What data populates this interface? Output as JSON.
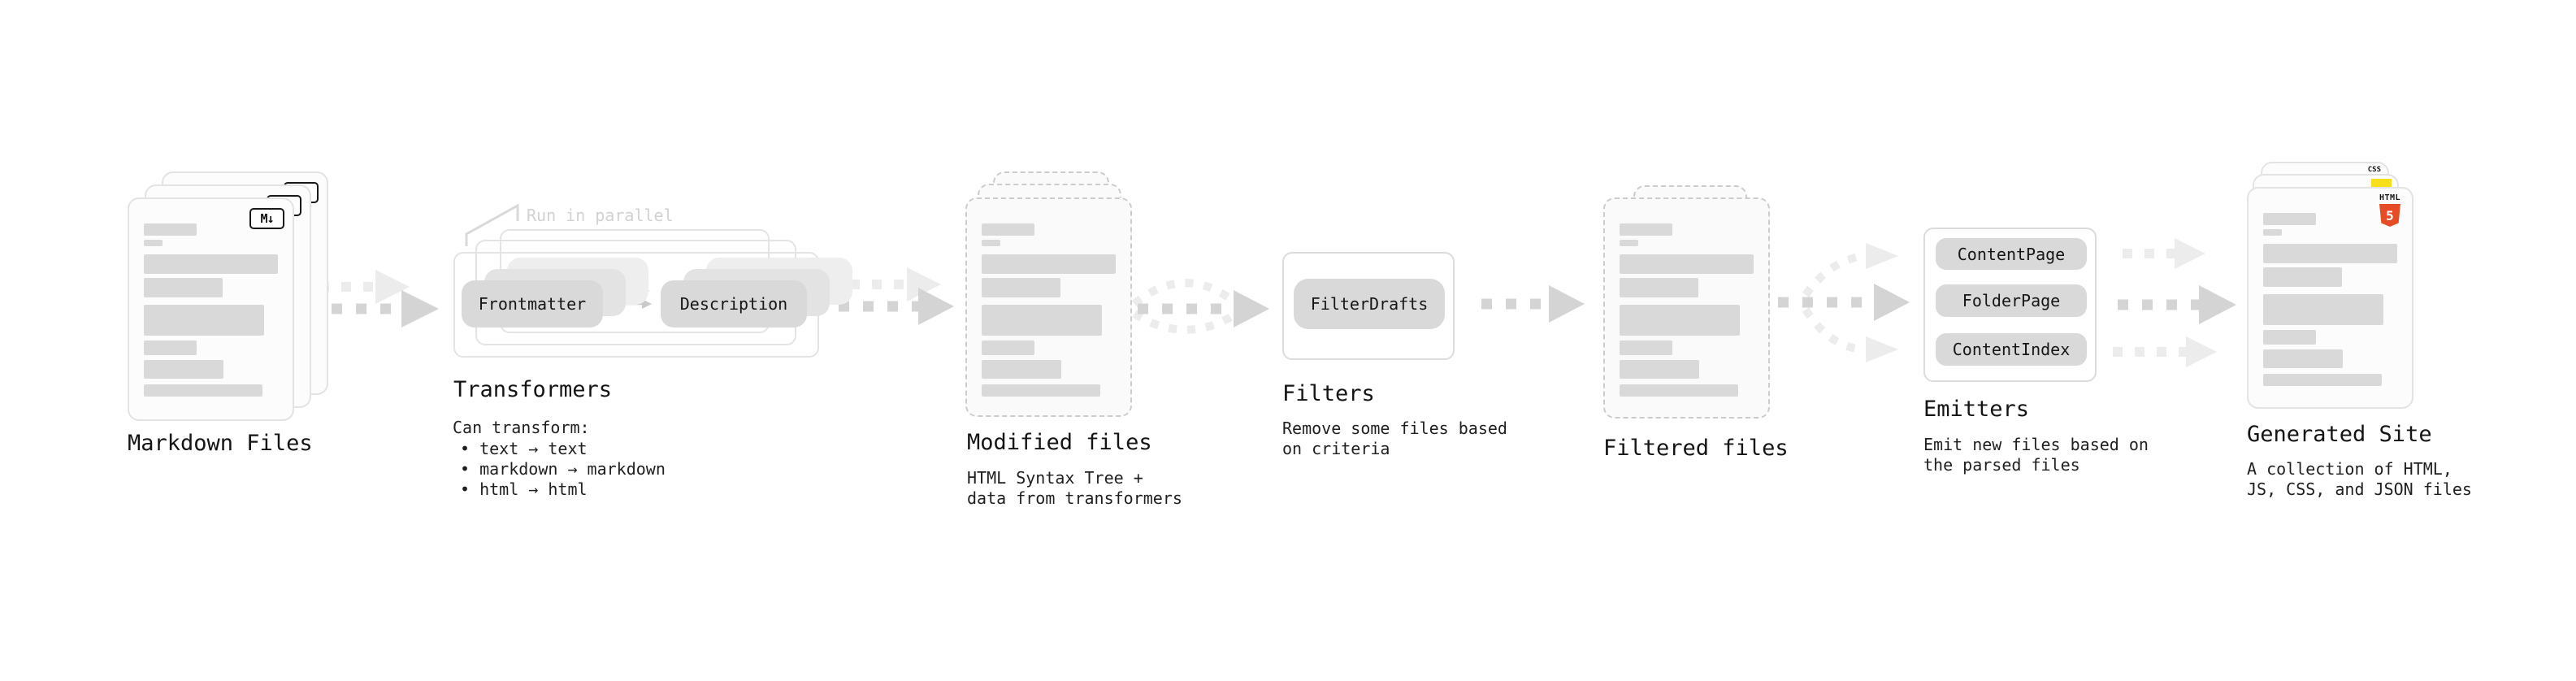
{
  "stages": [
    {
      "id": "markdown-files",
      "label": "Markdown Files",
      "file_icon": "M↓"
    },
    {
      "id": "transformers",
      "label": "Transformers",
      "note": "Run in parallel",
      "buttons": [
        "Frontmatter",
        "Description"
      ],
      "desc_title": "Can transform:",
      "bullets": [
        "• text → text",
        "• markdown → markdown",
        "• html → html"
      ]
    },
    {
      "id": "modified-files",
      "label": "Modified files",
      "desc_lines": [
        "HTML Syntax Tree +",
        "data from transformers"
      ]
    },
    {
      "id": "filters",
      "label": "Filters",
      "buttons": [
        "FilterDrafts"
      ],
      "desc_lines": [
        "Remove some files based",
        "on criteria"
      ]
    },
    {
      "id": "filtered-files",
      "label": "Filtered files"
    },
    {
      "id": "emitters",
      "label": "Emitters",
      "buttons": [
        "ContentPage",
        "FolderPage",
        "ContentIndex"
      ],
      "desc_lines": [
        "Emit new files based on",
        "the parsed files"
      ]
    },
    {
      "id": "generated-site",
      "label": "Generated Site",
      "badges": {
        "css": "CSS",
        "html": "HTML",
        "html_shield": "5"
      },
      "desc_lines": [
        "A collection of HTML,",
        "JS, CSS, and JSON files"
      ]
    }
  ],
  "colors": {
    "html5_orange": "#e44d26",
    "js_yellow": "#f7df1e",
    "css_blue": "#2f6ae8",
    "arrow_dark": "#d4d4d4",
    "arrow_light": "#ececec",
    "button_gray": "#d9d9d9"
  }
}
